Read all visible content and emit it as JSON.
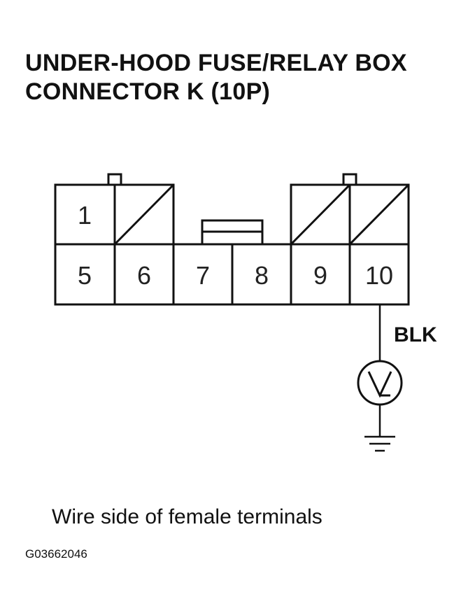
{
  "title": {
    "line1": "UNDER-HOOD FUSE/RELAY BOX",
    "line2": "CONNECTOR K (10P)"
  },
  "connector": {
    "top_row": [
      {
        "pin": "1",
        "empty": false
      },
      {
        "pin": "",
        "empty": true
      },
      {
        "pin": "",
        "empty": true
      },
      {
        "pin": "",
        "empty": true
      }
    ],
    "bottom_row": [
      "5",
      "6",
      "7",
      "8",
      "9",
      "10"
    ]
  },
  "wire": {
    "color_label": "BLK",
    "meter_icon": "voltmeter-icon",
    "ground_icon": "ground-icon"
  },
  "caption": "Wire side of female terminals",
  "figure_id": "G03662046"
}
